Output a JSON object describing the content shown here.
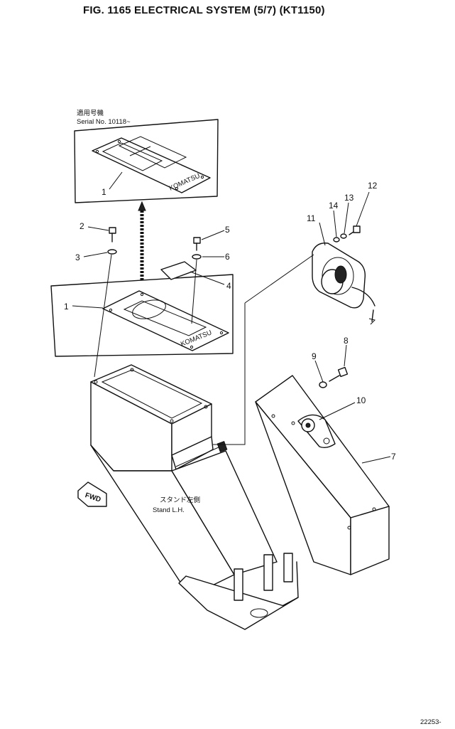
{
  "title": "FIG. 1165   ELECTRICAL SYSTEM (5/7) (KT1150)",
  "serial_note": {
    "jp": "適用号機",
    "en": "Serial No. 10118~"
  },
  "stand_label": {
    "jp": "スタンド左側",
    "en": "Stand L.H."
  },
  "fwd_label": "FWD",
  "plate_marking": "KOMATSU",
  "callouts": [
    "1",
    "1",
    "2",
    "3",
    "4",
    "5",
    "6",
    "7",
    "8",
    "9",
    "10",
    "11",
    "12",
    "13",
    "14"
  ],
  "page_code": "22253-"
}
